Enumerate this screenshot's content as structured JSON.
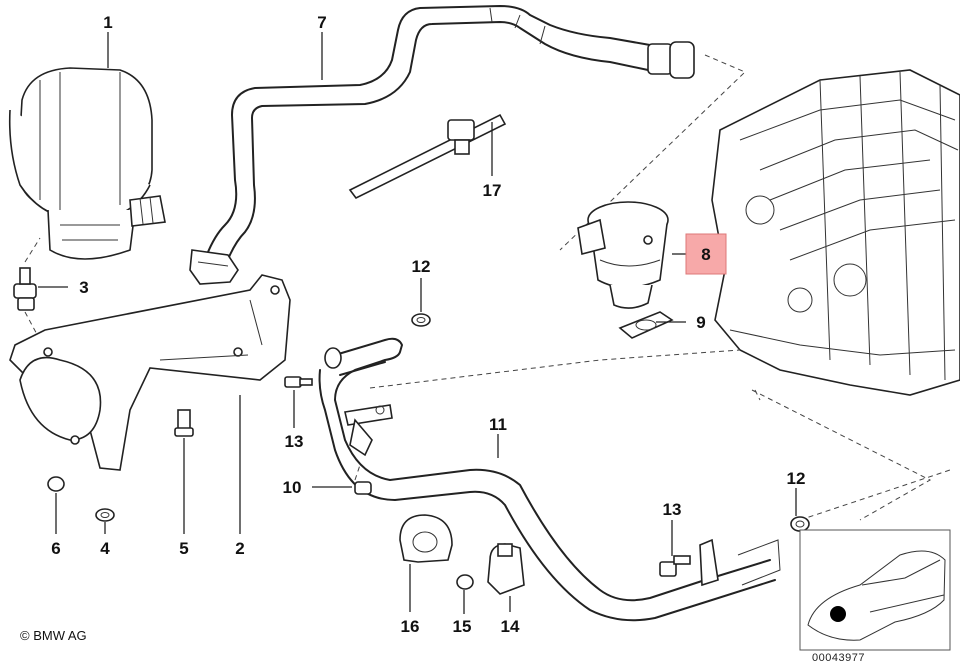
{
  "callouts": {
    "p1": "1",
    "p2": "2",
    "p3": "3",
    "p4": "4",
    "p5": "5",
    "p6": "6",
    "p7": "7",
    "p8": "8",
    "p9": "9",
    "p10": "10",
    "p11": "11",
    "p12a": "12",
    "p12b": "12",
    "p13a": "13",
    "p13b": "13",
    "p14": "14",
    "p15": "15",
    "p16": "16",
    "p17": "17"
  },
  "highlighted_part": "8",
  "highlight_color": "#f7a9a9",
  "copyright": "© BMW AG",
  "diagram_id": "00043977"
}
